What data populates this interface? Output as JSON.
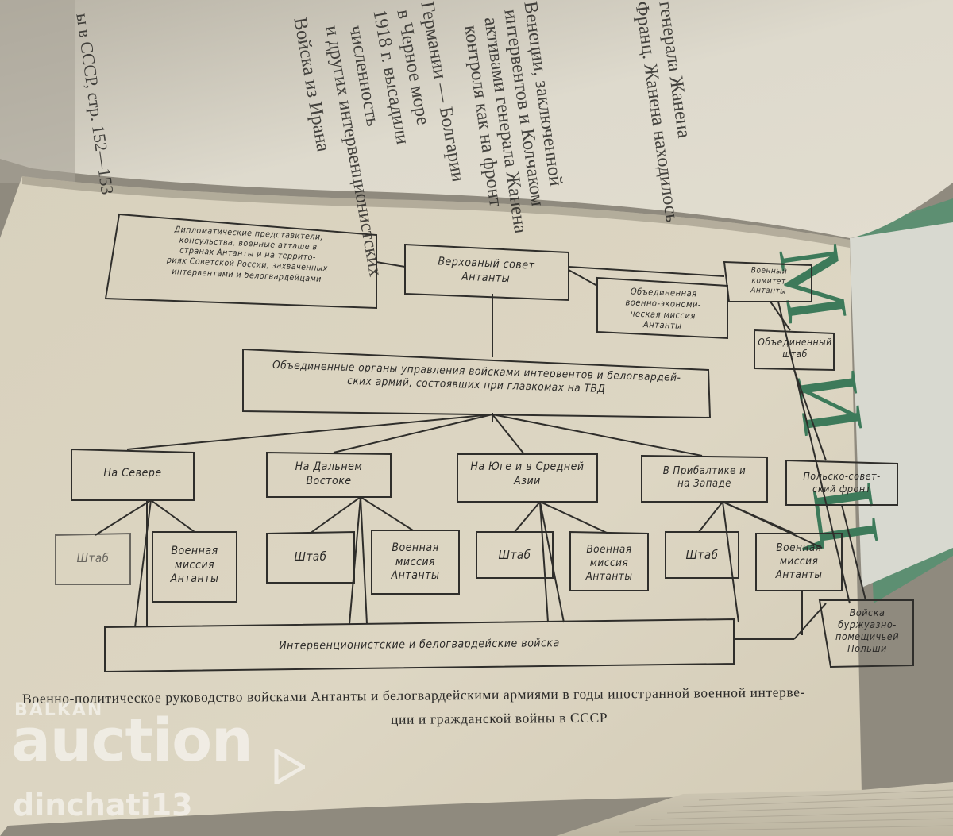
{
  "photo": {
    "colors": {
      "page": "#dcd5c2",
      "upper_page": "#ddd8c8",
      "ink": "#2b2a28",
      "background": "#8f8a7e",
      "green_cover": "#5d8f72"
    }
  },
  "upper_page": {
    "column_a_lines": [
      "Германии — Болгарии",
      "в Черное море",
      "1918 г. высадили",
      "численность",
      "и других интервенционистских",
      "Войска из Ирана"
    ],
    "column_b_lines": [
      "Венеции, заключенной",
      "интервентов и Колчаком",
      "активами генерала Жанена",
      "контроля как на фронт",
      "Франц. Жанена находилось",
      "генерала Жанена"
    ],
    "footnote_line": "ы в СССР, стр. 152—153"
  },
  "side_page_letters": "M И Ц",
  "diagram": {
    "nodes": {
      "diplomatic": "Дипломатические представители,\nконсульства, военные атташе в\nстранах Антанты и на террито-\nриях Советской России, захваченных\nинтервентами и белогвардейцами",
      "supreme_council": "Верховный совет\nАнтанты",
      "military_committee": "Военный\nкомитет\nАнтанты",
      "econ_mission": "Объединенная\nвоенно-экономи-\nческая миссия\nАнтанты",
      "joint_hq": "Объединенный\nштаб",
      "joint_organs": "Объединенные органы управления войсками интервентов и белогвардей-\nских армий, состоявших при главкомах на ТВД",
      "north": "На Севере",
      "far_east": "На Дальнем\nВостоке",
      "south": "На Юге и в Средней\nАзии",
      "baltic": "В Прибалтике и\nна Западе",
      "polish_front": "Польско-совет-\nский фронт",
      "staff": "Штаб",
      "mission": "Военная\nмиссия\nАнтанты",
      "troops": "Интервенционистские и белогвардейские войска",
      "poland_troops": "Войска\nбуржуазно-\nпомещичьей\nПольши"
    },
    "caption_line1": "Военно-политическое руководство войсками Антанты и белогвардейскими армиями в годы иностранной военной интерве-",
    "caption_line2": "ции и гражданской войны в СССР"
  },
  "watermark": {
    "brand_small": "BALKAN",
    "brand_large": "auction",
    "user": "dinchati13"
  }
}
